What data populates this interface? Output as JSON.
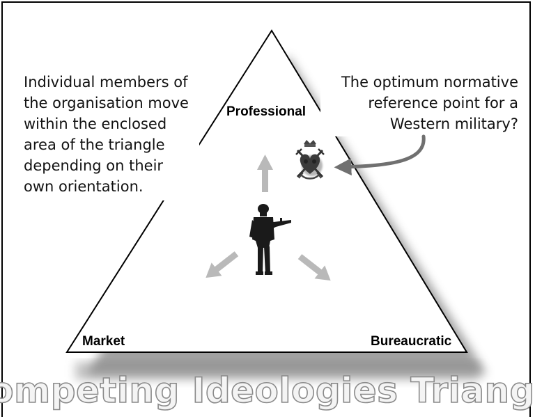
{
  "diagram": {
    "vertices": {
      "top": "Professional",
      "left": "Market",
      "right": "Bureaucratic"
    },
    "left_note": [
      "Individual members of",
      "the organisation move",
      "within the enclosed",
      "area of the triangle",
      "depending on their",
      "own orientation."
    ],
    "right_note": [
      "The optimum normative",
      "reference point for a",
      "Western military?"
    ],
    "title": "Competing Ideologies Triangle",
    "icons": [
      "soldier-icon",
      "crossed-swords-crest-icon",
      "arrow-icon"
    ]
  }
}
